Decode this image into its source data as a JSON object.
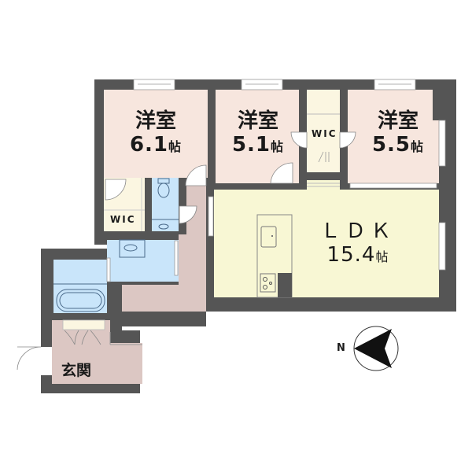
{
  "floor_plan": {
    "colors": {
      "wall": "#555555",
      "bedroom": "#f7e6de",
      "ldk": "#f8f7d4",
      "wet_area": "#c9e5fa",
      "hall_entrance": "#dcc7c3",
      "closet": "#fbf6e1"
    },
    "rooms": [
      {
        "id": "bedroom1",
        "name": "洋室",
        "size": "6.1",
        "unit": "帖"
      },
      {
        "id": "bedroom2",
        "name": "洋室",
        "size": "5.1",
        "unit": "帖"
      },
      {
        "id": "bedroom3",
        "name": "洋室",
        "size": "5.5",
        "unit": "帖"
      },
      {
        "id": "ldk",
        "name": "ＬＤＫ",
        "size": "15.4",
        "unit": "帖"
      },
      {
        "id": "entrance",
        "name": "玄関"
      }
    ],
    "closets": [
      {
        "id": "wic1",
        "label": "WIC"
      },
      {
        "id": "wic2",
        "label": "WIC"
      }
    ],
    "compass": {
      "label": "N"
    }
  }
}
